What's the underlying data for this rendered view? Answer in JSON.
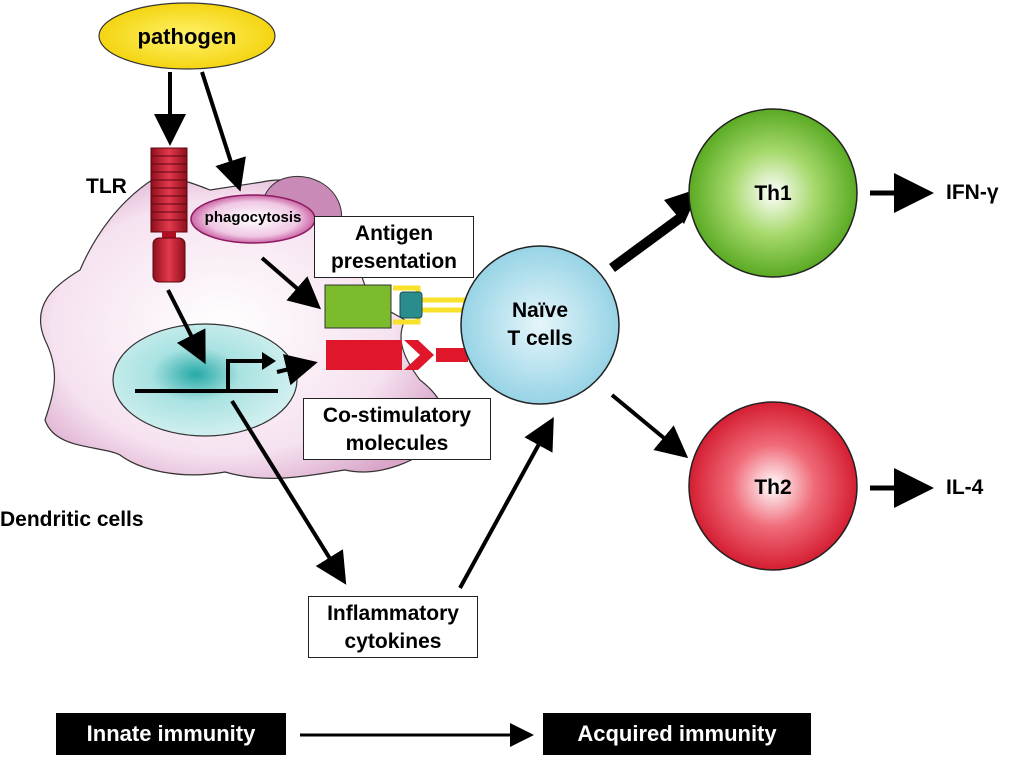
{
  "labels": {
    "pathogen": "pathogen",
    "tlr": "TLR",
    "phagocytosis": "phagocytosis",
    "antigen_line1": "Antigen",
    "antigen_line2": "presentation",
    "costim_line1": "Co-stimulatory",
    "costim_line2": "molecules",
    "dendritic": "Dendritic cells",
    "naive_line1": "Naïve",
    "naive_line2": "T cells",
    "th1": "Th1",
    "th2": "Th2",
    "ifn": "IFN-γ",
    "il4": "IL-4",
    "inflam_line1": "Inflammatory",
    "inflam_line2": "cytokines",
    "innate": "Innate immunity",
    "acquired": "Acquired immunity"
  },
  "colors": {
    "pathogen": "#f5d800",
    "dendritic_cell": "#f3d6ea",
    "nucleus": "#c9eef0",
    "tlr": "#c8182e",
    "antigen_box": "#7cbb2c",
    "mhc_connector": "#2a8c8c",
    "costim": "#e0162b",
    "naive": "#a6dcea",
    "th1": "#6cbd2c",
    "th2": "#e0162b"
  }
}
